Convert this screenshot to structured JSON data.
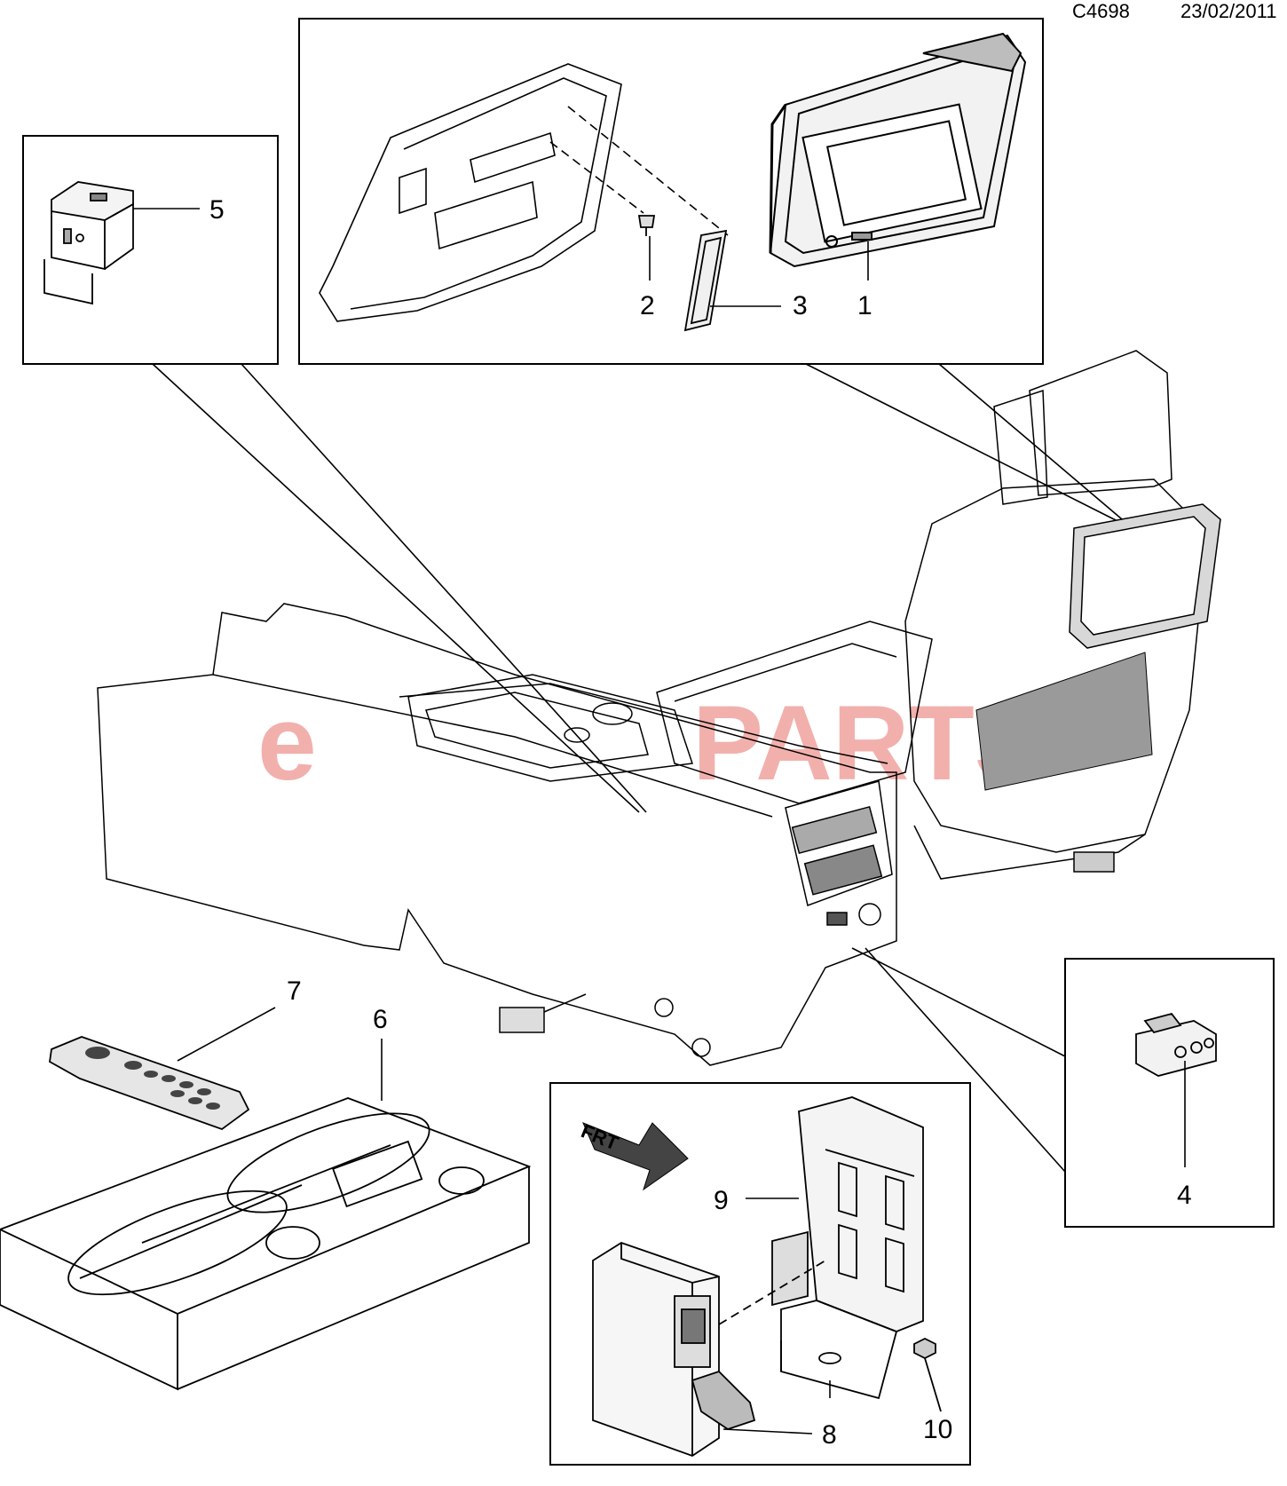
{
  "header": {
    "drawing_code": "C4698",
    "date": "23/02/2011"
  },
  "watermark": {
    "prefix": "e",
    "suffix": "PARTS",
    "color": "#e8706a"
  },
  "callouts": [
    {
      "id": "1",
      "label": "1"
    },
    {
      "id": "2",
      "label": "2"
    },
    {
      "id": "3",
      "label": "3"
    },
    {
      "id": "4",
      "label": "4"
    },
    {
      "id": "5",
      "label": "5"
    },
    {
      "id": "6",
      "label": "6"
    },
    {
      "id": "7",
      "label": "7"
    },
    {
      "id": "8",
      "label": "8"
    },
    {
      "id": "9",
      "label": "9"
    },
    {
      "id": "10",
      "label": "10"
    }
  ],
  "frt_marker": "FRT",
  "colors": {
    "line": "#000000",
    "shade": "#7a7a7a",
    "background": "#ffffff"
  }
}
